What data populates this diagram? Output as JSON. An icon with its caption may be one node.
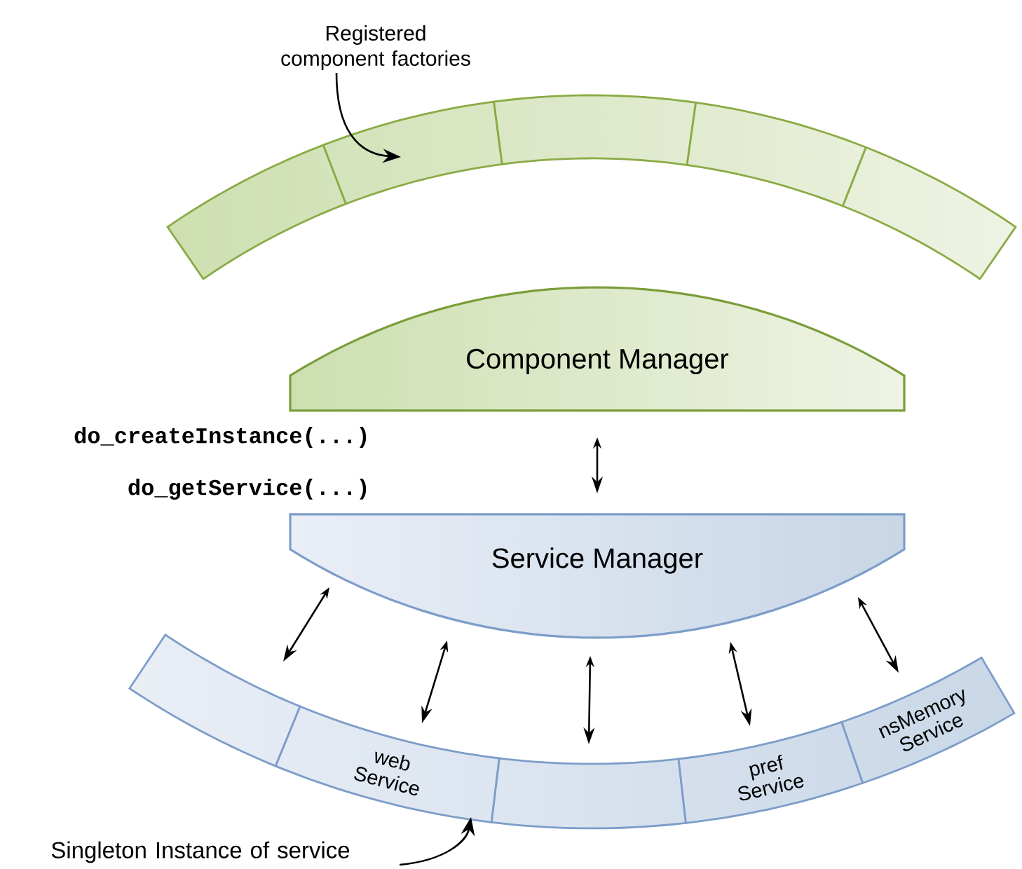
{
  "diagram": {
    "nodes": [
      {
        "text": [
          "Registered component factories"
        ]
      },
      {
        "text": [],
        "shape": "box"
      },
      {
        "text": [],
        "shape": "box"
      },
      {
        "text": [],
        "shape": "box"
      },
      {
        "text": [],
        "shape": "box"
      },
      {
        "text": [],
        "shape": "box"
      },
      {
        "text": [
          "Component Manager"
        ]
      },
      {
        "text": [
          "Service Manager"
        ]
      },
      {
        "text": [],
        "shape": "box"
      },
      {
        "text": [
          "web Service"
        ]
      },
      {
        "text": [],
        "shape": "box"
      },
      {
        "text": [
          "pref Service"
        ]
      },
      {
        "text": [
          "nsMemory Service"
        ]
      },
      {
        "text": [
          "Singleton Instance of service"
        ]
      }
    ],
    "edges": [
      {
        "from": 0,
        "to": 2,
        "arrow": "to"
      },
      {
        "from": 6,
        "to": 7,
        "arrow": "both"
      },
      {
        "from": 7,
        "to": 8,
        "arrow": "both"
      },
      {
        "from": 7,
        "to": 9,
        "arrow": "both"
      },
      {
        "from": 7,
        "to": 10,
        "arrow": "both"
      },
      {
        "from": 7,
        "to": 11,
        "arrow": "both"
      },
      {
        "from": 7,
        "to": 12,
        "arrow": "both"
      },
      {
        "from": 13,
        "to": 9,
        "arrow": "to"
      }
    ],
    "labels": [
      "do_createInstance(...)",
      "do_getService(...)"
    ]
  }
}
